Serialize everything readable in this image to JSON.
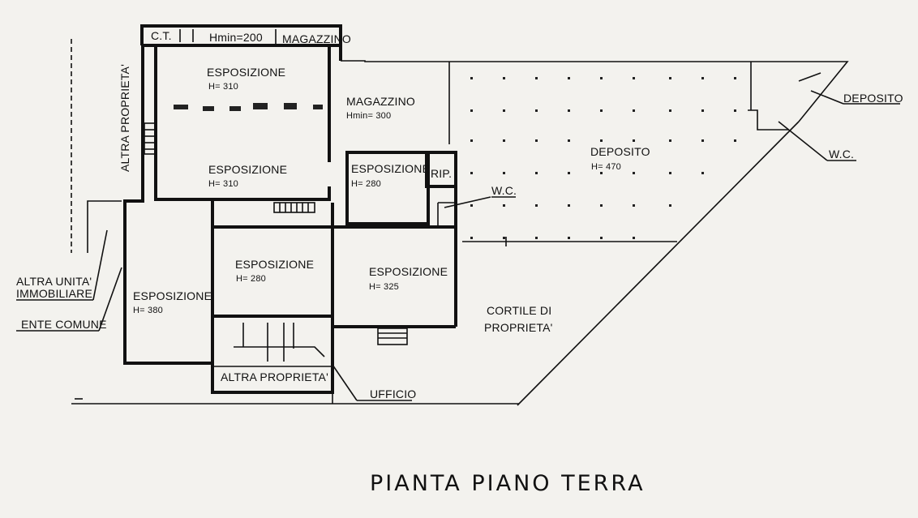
{
  "title": "PIANTA PIANO TERRA",
  "labels": {
    "ct": "C.T.",
    "hmin200": "Hmin=200",
    "magazzino_top": "MAGAZZINO",
    "altra_proprieta_vertical": "ALTRA PROPRIETA'",
    "altra_proprieta_bottom": "ALTRA PROPRIETA'",
    "altra_unita_line1": "ALTRA UNITA'",
    "altra_unita_line2": "IMMOBILIARE",
    "ente_comune": "ENTE COMUNE",
    "ufficio": "UFFICIO",
    "cortile_line1": "CORTILE DI",
    "cortile_line2": "PROPRIETA'",
    "deposito_tag": "DEPOSITO",
    "wc_right": "W.C.",
    "wc_mid": "W.C.",
    "rip": "RIP."
  },
  "rooms": {
    "espo1": {
      "name": "ESPOSIZIONE",
      "height": "H= 310"
    },
    "espo2": {
      "name": "ESPOSIZIONE",
      "height": "H= 310"
    },
    "espo3": {
      "name": "ESPOSIZIONE",
      "height": "H= 280"
    },
    "espo4": {
      "name": "ESPOSIZIONE",
      "height": "H= 280"
    },
    "espo5": {
      "name": "ESPOSIZIONE",
      "height": "H= 325"
    },
    "espo6": {
      "name": "ESPOSIZIONE",
      "height": "H= 380"
    },
    "magazzino": {
      "name": "MAGAZZINO",
      "height": "Hmin= 300"
    },
    "deposito": {
      "name": "DEPOSITO",
      "height": "H= 470"
    }
  },
  "colors": {
    "ink": "#111111",
    "paper": "#f3f2ee"
  }
}
